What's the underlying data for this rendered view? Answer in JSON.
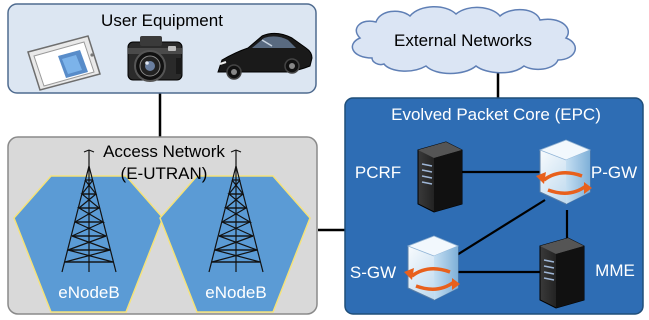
{
  "user_equipment": {
    "title": "User Equipment",
    "devices": [
      "tablet-icon",
      "camera-icon",
      "car-icon"
    ]
  },
  "access_network": {
    "title_line1": "Access Network",
    "title_line2": "(E-UTRAN)",
    "cells": [
      {
        "label": "eNodeB",
        "icon": "cell-tower-icon"
      },
      {
        "label": "eNodeB",
        "icon": "cell-tower-icon"
      }
    ]
  },
  "external": {
    "label": "External Networks",
    "icon": "cloud-icon"
  },
  "epc": {
    "title": "Evolved Packet Core (EPC)",
    "nodes": {
      "pcrf": "PCRF",
      "pgw": "P-GW",
      "sgw": "S-GW",
      "mme": "MME"
    }
  },
  "colors": {
    "ue_fill": "#dce6f2",
    "ue_stroke": "#4f6b8f",
    "an_fill": "#d9d9d9",
    "hex_fill": "#5b9bd5",
    "epc_fill": "#2e6db4",
    "epc_stroke": "#1f4e79",
    "cloud_fill": "#dbe5f4"
  }
}
